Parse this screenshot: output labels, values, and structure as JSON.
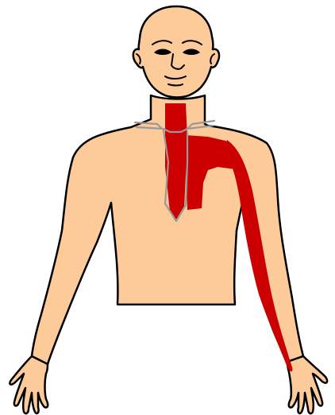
{
  "figure": {
    "colors": {
      "skin": "#FDCB9A",
      "outline": "#000000",
      "pain_region": "#CC0000",
      "skeleton_overlay": "#999999",
      "background": "#FFFFFF"
    },
    "regions": [
      {
        "name": "sternum-pain-band"
      },
      {
        "name": "left-chest-pain-area"
      },
      {
        "name": "left-arm-pain-stripe"
      }
    ],
    "overlay": {
      "name": "sternum-clavicle-outline"
    }
  }
}
